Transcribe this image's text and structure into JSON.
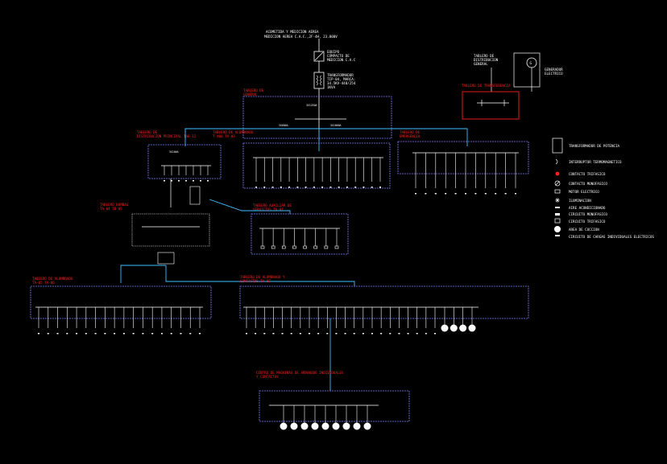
{
  "header": {
    "line1": "ACOMETIDA Y MEDICION AEREA",
    "line2": "MEDICION AEREA C.A.C.,2F-4H, 23.000V",
    "medidor1": "EQUIPO",
    "medidor2": "COMPACTO DE",
    "medidor3": "MEDICION C.A.C",
    "trafo1": "TRANSFORMADOR",
    "trafo2": "TIP-04, MARCA:",
    "trafo3": "34.5KV-440/254",
    "trafo4": "1KVA"
  },
  "panels": {
    "general": {
      "title1": "TABLERO DE",
      "title2": "GENERAL",
      "main_breaker": "3X1250A",
      "left_breaker": "3X600A",
      "right_breaker": "3X1000A"
    },
    "tcc": {
      "title1": "TABLERO DE",
      "title2": "TRANSFERENCIA"
    },
    "dist_auto": {
      "title1": "TABLERO DE",
      "title2": "DISTRIBUCION PRINCIPAL  TAB-12",
      "breaker": "3X100A"
    },
    "alum": {
      "title1": "TABLERO DE ALUMBRADO",
      "title2": "T-400     TA-03"
    },
    "emerg": {
      "title1": "TABLERO DE",
      "title2": "EMERGENCIA"
    },
    "bombas": {
      "title1": "TABLERO BOMBAS",
      "title2": "TA-04     TB-05"
    },
    "aux": {
      "title1": "TABLERO AUXILIAR DE",
      "title2": "SERVICIOS   TA-01"
    },
    "tab_a": {
      "title1": "TABLERO DE ALUMBRADO",
      "title2": "TA-05     TA-06"
    },
    "tab_b": {
      "title1": "TABLERO DE ALUMBRADO Y",
      "title2": "CONTACTOS   TA-07"
    },
    "ccm": {
      "title1": "CENTRO DE MAQUINAS DE ARRANQUE INDIVIDUALES",
      "title2": "Y CONTACTOS"
    },
    "gen_side": {
      "title1": "TABLERO DE",
      "title2": "DISTRIBUCION",
      "title3": "GENERAL",
      "gen_label": "G",
      "gen_note1": "GENERADOR",
      "gen_note2": "ELECTRICO",
      "transfer": "TABLERO DE TRANSFERENCIA"
    }
  },
  "legend": {
    "items": [
      {
        "icon": "transformer-icon",
        "label": "TRANSFORMADOR DE POTENCIA"
      },
      {
        "icon": "breaker-icon",
        "label": "INTERRUPTOR TERMOMAGNETICO"
      },
      {
        "icon": "red-dot-icon",
        "label": "CONTACTO TRIFASICO"
      },
      {
        "icon": "circle-slash-icon",
        "label": "CONTACTO MONOFASICO"
      },
      {
        "icon": "square-icon",
        "label": "MOTOR ELECTRICO"
      },
      {
        "icon": "star-icon",
        "label": "ILUMINACION"
      },
      {
        "icon": "dash-icon",
        "label": "AIRE ACONDICIONADO"
      },
      {
        "icon": "dots-icon",
        "label": "CIRCUITO MONOFASICO"
      },
      {
        "icon": "box-icon",
        "label": "CIRCUITO TRIFASICO"
      },
      {
        "icon": "bulb-icon",
        "label": "AREA DE COCCION"
      },
      {
        "icon": "bar-icon",
        "label": "CIRCUITO DE CARGAS INDIVIDUALES ELECTRICOS"
      }
    ]
  },
  "colors": {
    "red": "#ff2020",
    "blue": "#8080ff",
    "cyan": "#40c0ff",
    "white": "#ffffff"
  }
}
